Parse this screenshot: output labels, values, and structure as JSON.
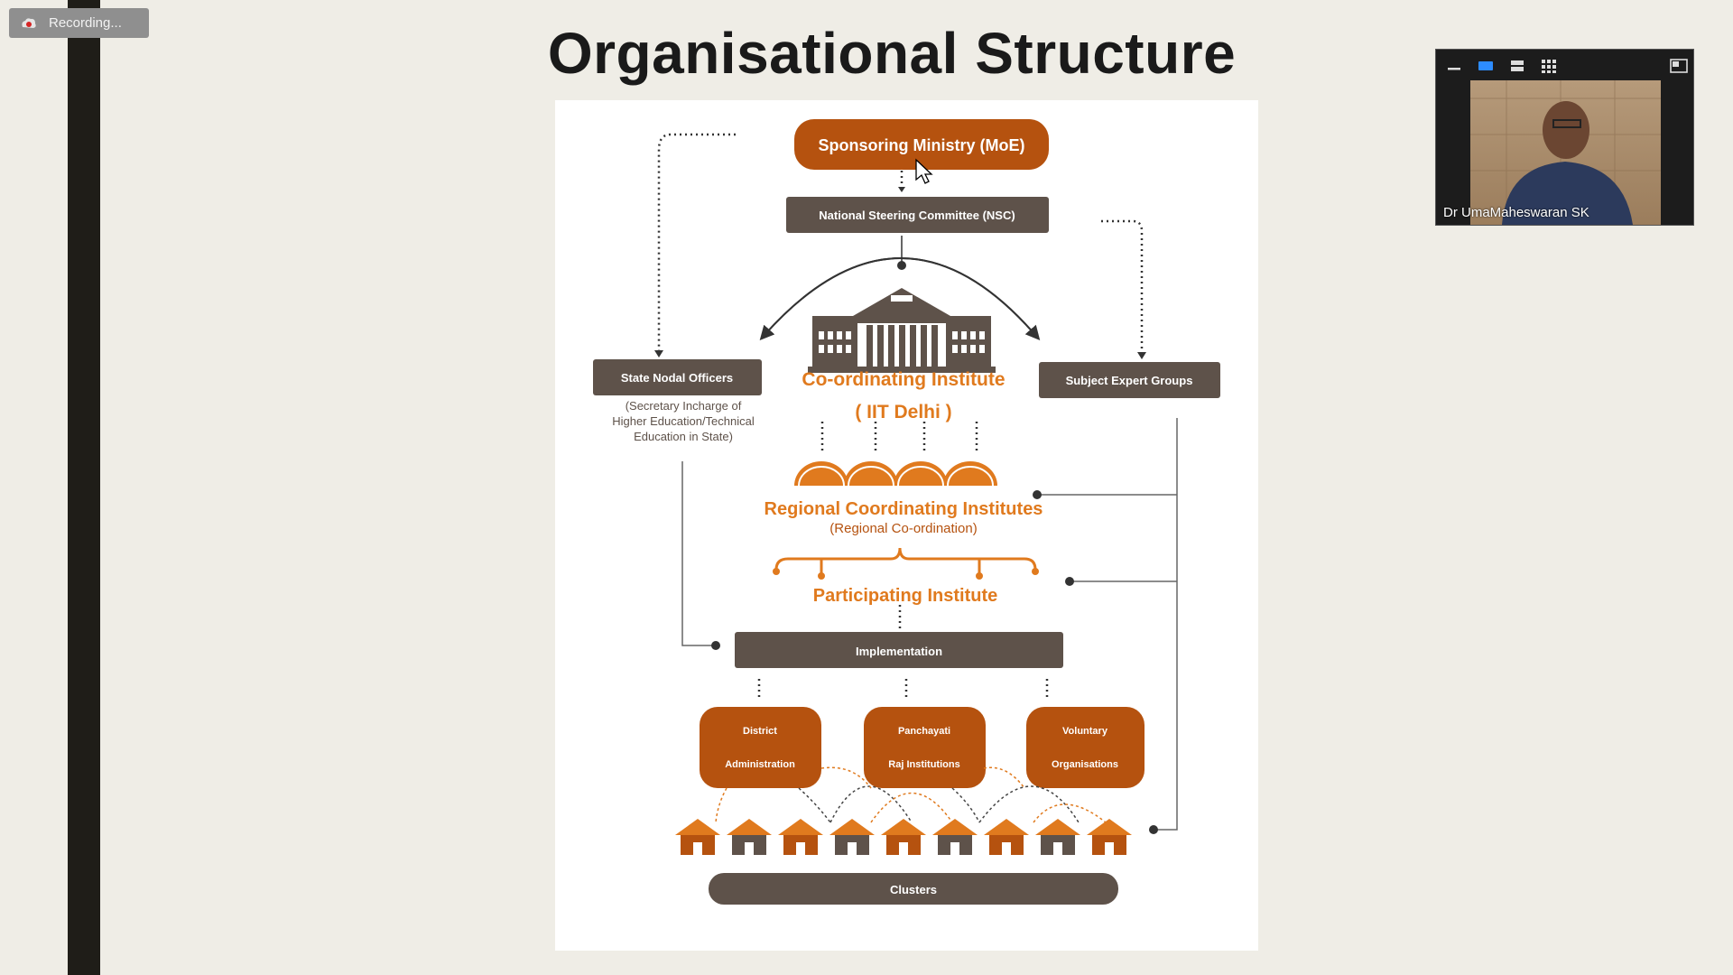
{
  "recording": {
    "label": "Recording..."
  },
  "slide": {
    "title": "Organisational Structure",
    "diagram": {
      "sponsoring_ministry": "Sponsoring Ministry (MoE)",
      "nsc": "National Steering Committee (NSC)",
      "state_nodal_officers": "State Nodal Officers",
      "state_nodal_note_1": "(Secretary Incharge of",
      "state_nodal_note_2": "Higher Education/Technical",
      "state_nodal_note_3": "Education in State)",
      "subject_expert_groups": "Subject Expert Groups",
      "coordinating_institute": "Co-ordinating Institute",
      "iit": "( IIT Delhi )",
      "regional_title": "Regional Coordinating Institutes",
      "regional_sub": "(Regional Co-ordination)",
      "participating": "Participating Institute",
      "implementation": "Implementation",
      "district_1": "District",
      "district_2": "Administration",
      "panchayati_1": "Panchayati",
      "panchayati_2": "Raj Institutions",
      "voluntary_1": "Voluntary",
      "voluntary_2": "Organisations",
      "clusters": "Clusters"
    }
  },
  "video": {
    "participant_name": "Dr UmaMaheswaran SK"
  },
  "colors": {
    "brown": "#b5520f",
    "dark": "#5e524a",
    "orange": "#e07a1e"
  },
  "icons": [
    "record-icon",
    "minimize-icon",
    "speaker-view-icon",
    "strip-view-icon",
    "gallery-view-icon",
    "popout-icon",
    "building-icon",
    "hut-icon",
    "cursor-icon"
  ]
}
